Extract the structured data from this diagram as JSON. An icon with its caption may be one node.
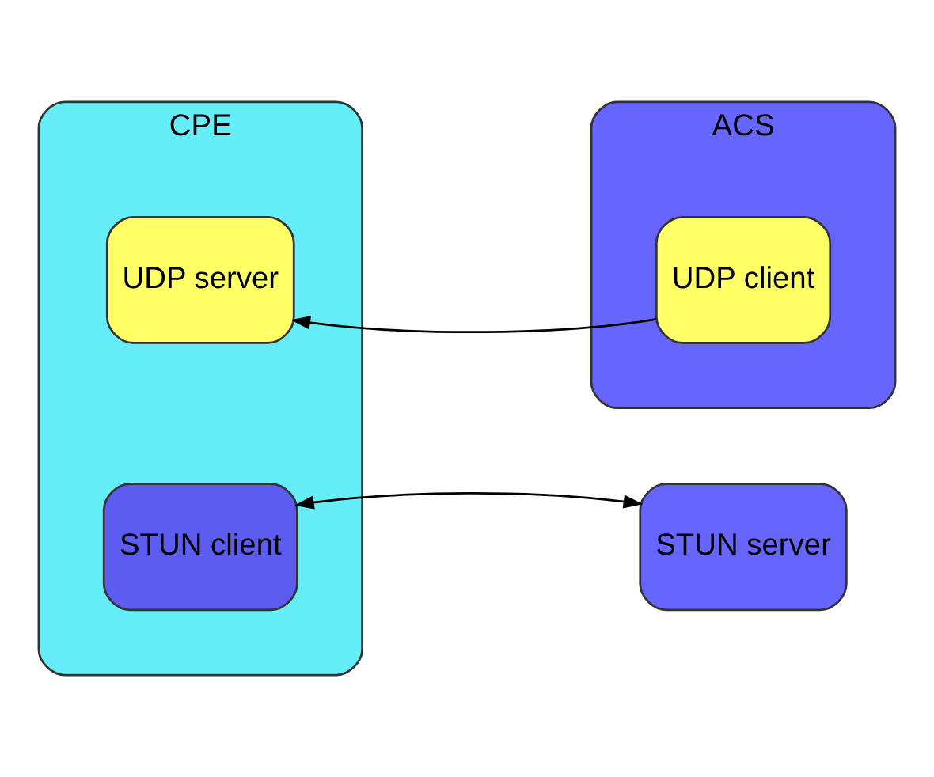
{
  "diagram": {
    "nodes": [
      {
        "text": [
          "CPE"
        ]
      },
      {
        "text": [
          "UDP server"
        ],
        "in": 0
      },
      {
        "text": [
          "STUN client"
        ],
        "in": 0
      },
      {
        "text": [
          "ACS"
        ]
      },
      {
        "text": [
          "UDP client"
        ],
        "in": 3
      },
      {
        "text": [
          "STUN server"
        ]
      }
    ],
    "edges": [
      {
        "from": 4,
        "to": 1,
        "arrow": "to"
      },
      {
        "from": 2,
        "to": 5,
        "arrow": "both"
      }
    ]
  }
}
